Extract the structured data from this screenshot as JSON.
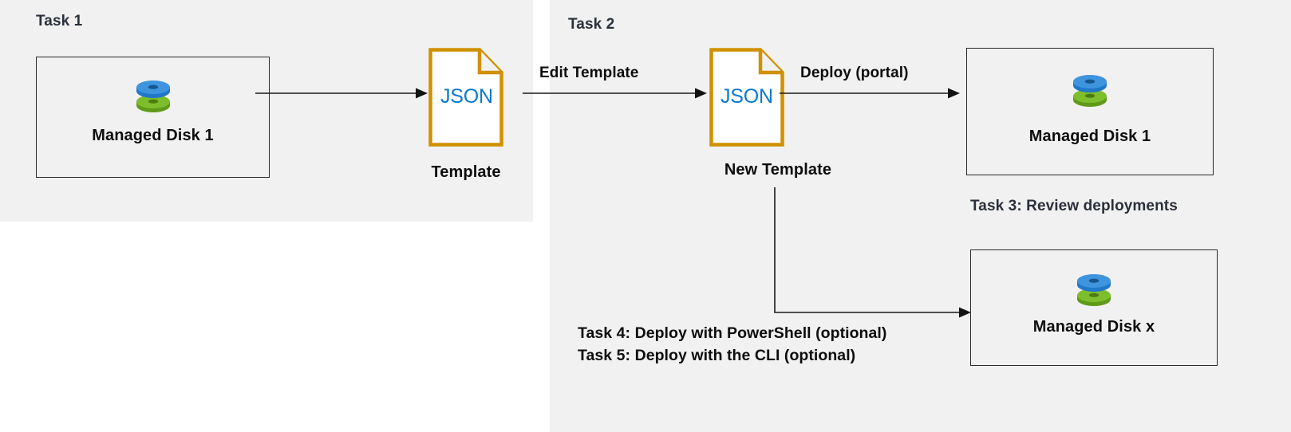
{
  "diagram": {
    "title_task1": "Task 1",
    "title_task2": "Task 2",
    "title_task3": "Task 3: Review deployments",
    "task4_line": "Task 4: Deploy with PowerShell (optional)",
    "task5_line": "Task 5: Deploy with the CLI (optional)"
  },
  "nodes": {
    "disk1_left": {
      "caption": "Managed Disk 1",
      "icon": "managed-disk-icon"
    },
    "template_left": {
      "file_label": "JSON",
      "caption": "Template",
      "icon": "json-document-icon"
    },
    "template_new": {
      "file_label": "JSON",
      "caption": "New Template",
      "icon": "json-document-icon"
    },
    "disk1_right": {
      "caption": "Managed Disk 1",
      "icon": "managed-disk-icon"
    },
    "diskx_right": {
      "caption": "Managed Disk x",
      "icon": "managed-disk-icon"
    }
  },
  "edges": {
    "disk_to_template": {
      "label": ""
    },
    "template_to_new": {
      "label": "Edit Template"
    },
    "new_to_disk1": {
      "label": "Deploy (portal)"
    },
    "new_to_diskx": {
      "label": ""
    }
  },
  "colors": {
    "panel_bg": "#f1f1f1",
    "canvas_bg": "#ffffff",
    "heading": "#2b303b",
    "text": "#0d0d0d",
    "json_border": "#d09000",
    "json_label": "#0a79d4",
    "disk_blue": "#3e94dd",
    "disk_green": "#7ebd2c",
    "box_border": "#2a2a2a",
    "arrow": "#1a1a1a"
  }
}
